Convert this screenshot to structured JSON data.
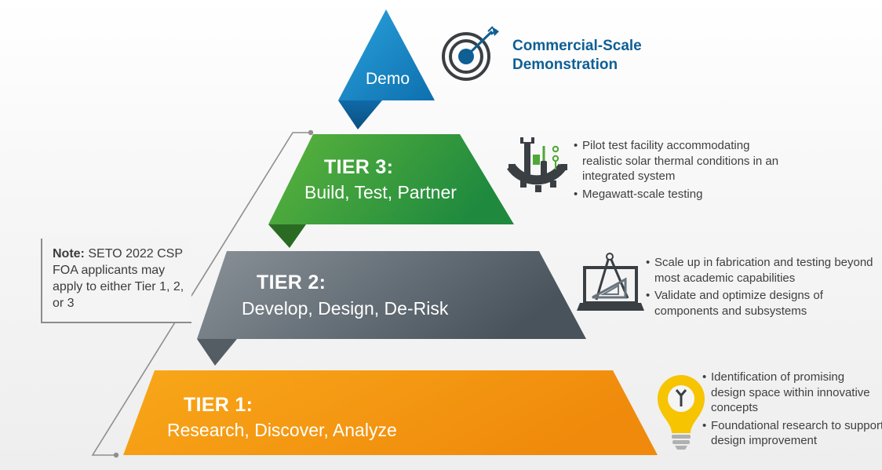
{
  "demo": {
    "label": "Demo",
    "title_line1": "Commercial-Scale",
    "title_line2": "Demonstration",
    "icon": "target-icon"
  },
  "tiers": [
    {
      "id": "tier3",
      "title": "TIER 3:",
      "subtitle": "Build, Test, Partner",
      "color": "#3d9a33",
      "icon": "tools-gear-icon",
      "bullets": [
        "Pilot test facility accommodating realistic solar thermal conditions in an integrated system",
        "Megawatt-scale testing"
      ]
    },
    {
      "id": "tier2",
      "title": "TIER 2:",
      "subtitle": "Develop, Design, De-Risk",
      "color": "#68737d",
      "icon": "drafting-compass-icon",
      "bullets": [
        "Scale up in fabrication and testing beyond most academic capabilities",
        "Validate and optimize designs of components and subsystems"
      ]
    },
    {
      "id": "tier1",
      "title": "TIER 1:",
      "subtitle": "Research, Discover, Analyze",
      "color": "#f39a12",
      "icon": "lightbulb-icon",
      "bullets": [
        "Identification of promising design space within innovative concepts",
        "Foundational research to support design improvement"
      ]
    }
  ],
  "note": {
    "label": "Note:",
    "text": "SETO 2022 CSP FOA applicants may apply to either Tier 1, 2, or 3"
  },
  "colors": {
    "demo_blue": "#1f8fcf",
    "title_blue": "#0e5f94",
    "tier3_green": "#3d9a33",
    "tier2_gray": "#68737d",
    "tier1_orange": "#f39a12",
    "icon_dark": "#3a3f44",
    "bulb_yellow": "#f6c400"
  }
}
